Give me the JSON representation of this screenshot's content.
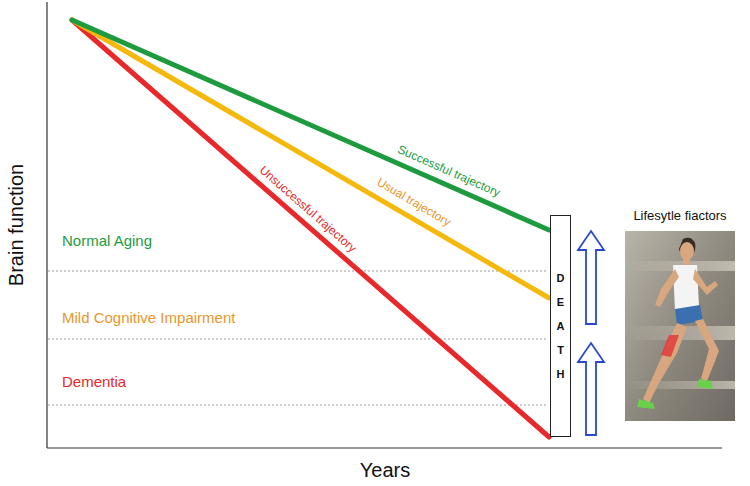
{
  "diagram": {
    "nodes": [
      {
        "text": [
          "DEATH"
        ]
      },
      {
        "text": [
          "Lifesytle fiactors"
        ]
      }
    ],
    "labels": [
      "Brain function",
      "Years",
      "Normal Aging",
      "Mild Cognitive Impairment",
      "Dementia",
      "Successful trajectory",
      "Usual trajectory",
      "Unsuccessful trajectory"
    ]
  }
}
